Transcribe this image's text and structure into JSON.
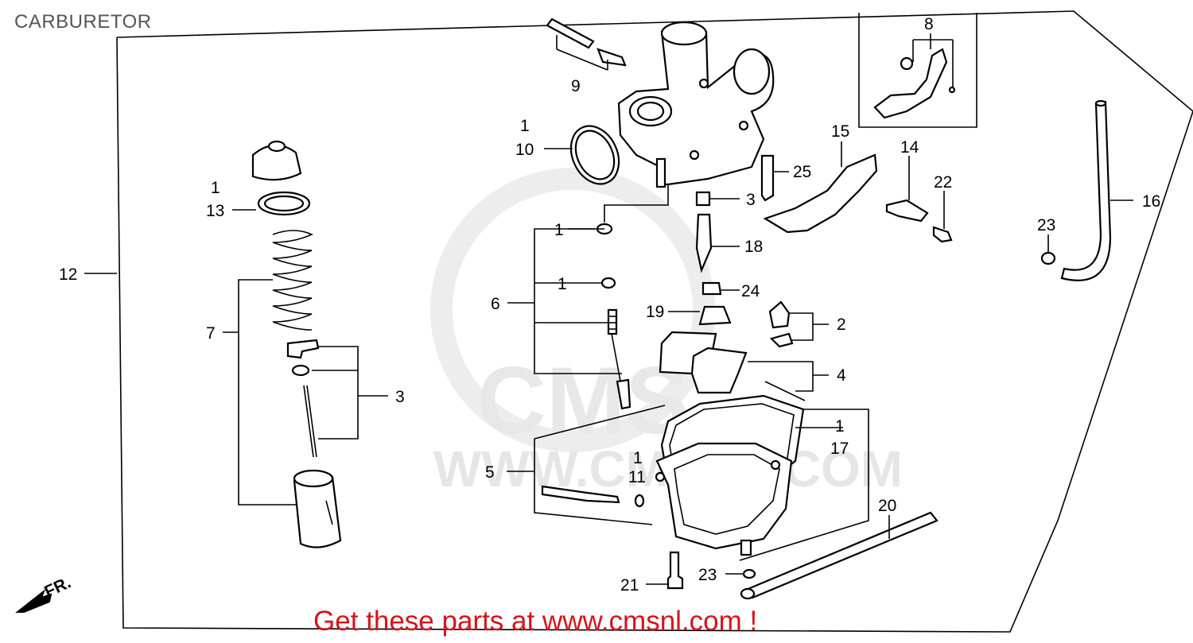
{
  "title": "CARBURETOR",
  "watermark": {
    "logo_text": "CMS",
    "url_text": "WWW.CMSNL.COM"
  },
  "footer": "Get these parts at www.cmsnl.com !",
  "direction_label": "FR.",
  "callouts": {
    "c1_top": "1",
    "c10": "10",
    "c9": "9",
    "c8": "8",
    "c1_13": "1",
    "c13": "13",
    "c12": "12",
    "c7": "7",
    "c3_left": "3",
    "c1_a": "1",
    "c1_b": "1",
    "c6": "6",
    "c25": "25",
    "c3_mid": "3",
    "c18": "18",
    "c24": "24",
    "c19": "19",
    "c15": "15",
    "c14": "14",
    "c22": "22",
    "c16": "16",
    "c23_right": "23",
    "c2": "2",
    "c4": "4",
    "c1_17": "1",
    "c17": "17",
    "c5": "5",
    "c1_11": "1",
    "c11": "11",
    "c20": "20",
    "c21": "21",
    "c23_bottom": "23"
  }
}
